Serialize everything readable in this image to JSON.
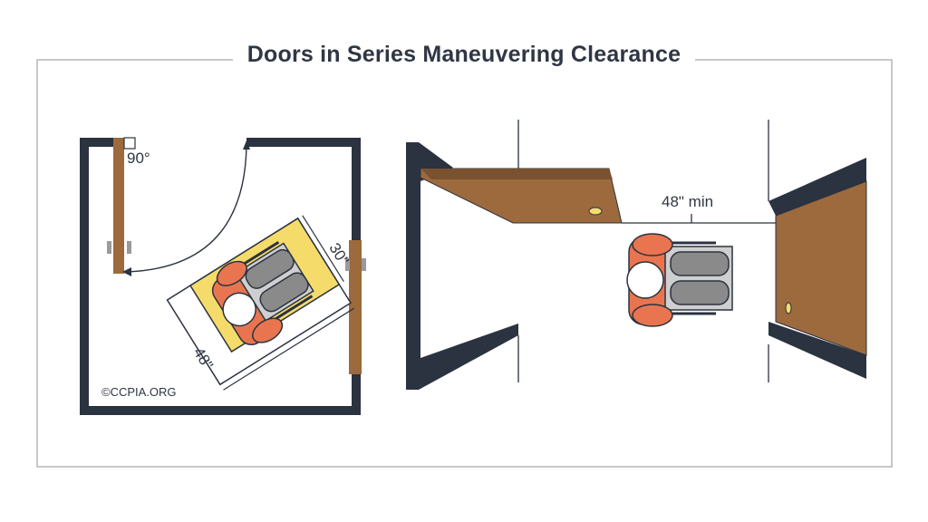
{
  "title": "Doors in Series Maneuvering Clearance",
  "left_plan": {
    "angle_label": "90°",
    "dim_width": "30\"",
    "dim_length": "48\"",
    "copyright": "©CCPIA.ORG"
  },
  "right_plan": {
    "clearance_label": "48\" min"
  },
  "colors": {
    "wall": "#2b3240",
    "door": "#9c6a3c",
    "door_dark": "#7a5230",
    "clear_space": "#f5dc6a",
    "person_skin": "#e8754f",
    "wheelchair_grey": "#8a8a8a"
  }
}
